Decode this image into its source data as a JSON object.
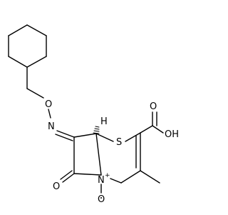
{
  "molecule": {
    "atoms": {
      "oxime_oxygen": "O",
      "oxime_nitrogen": "N",
      "ring_sulfur": "S",
      "carboxyl_oh": "OH",
      "carbonyl_oxygen": "O",
      "carboxyl_oxygen": "O",
      "ring_nitrogen": "N",
      "n_plus_charge": "+",
      "n_oxide": "O",
      "stereo_h": "H"
    },
    "colors": {
      "bond": "#000000",
      "background": "#ffffff"
    }
  }
}
